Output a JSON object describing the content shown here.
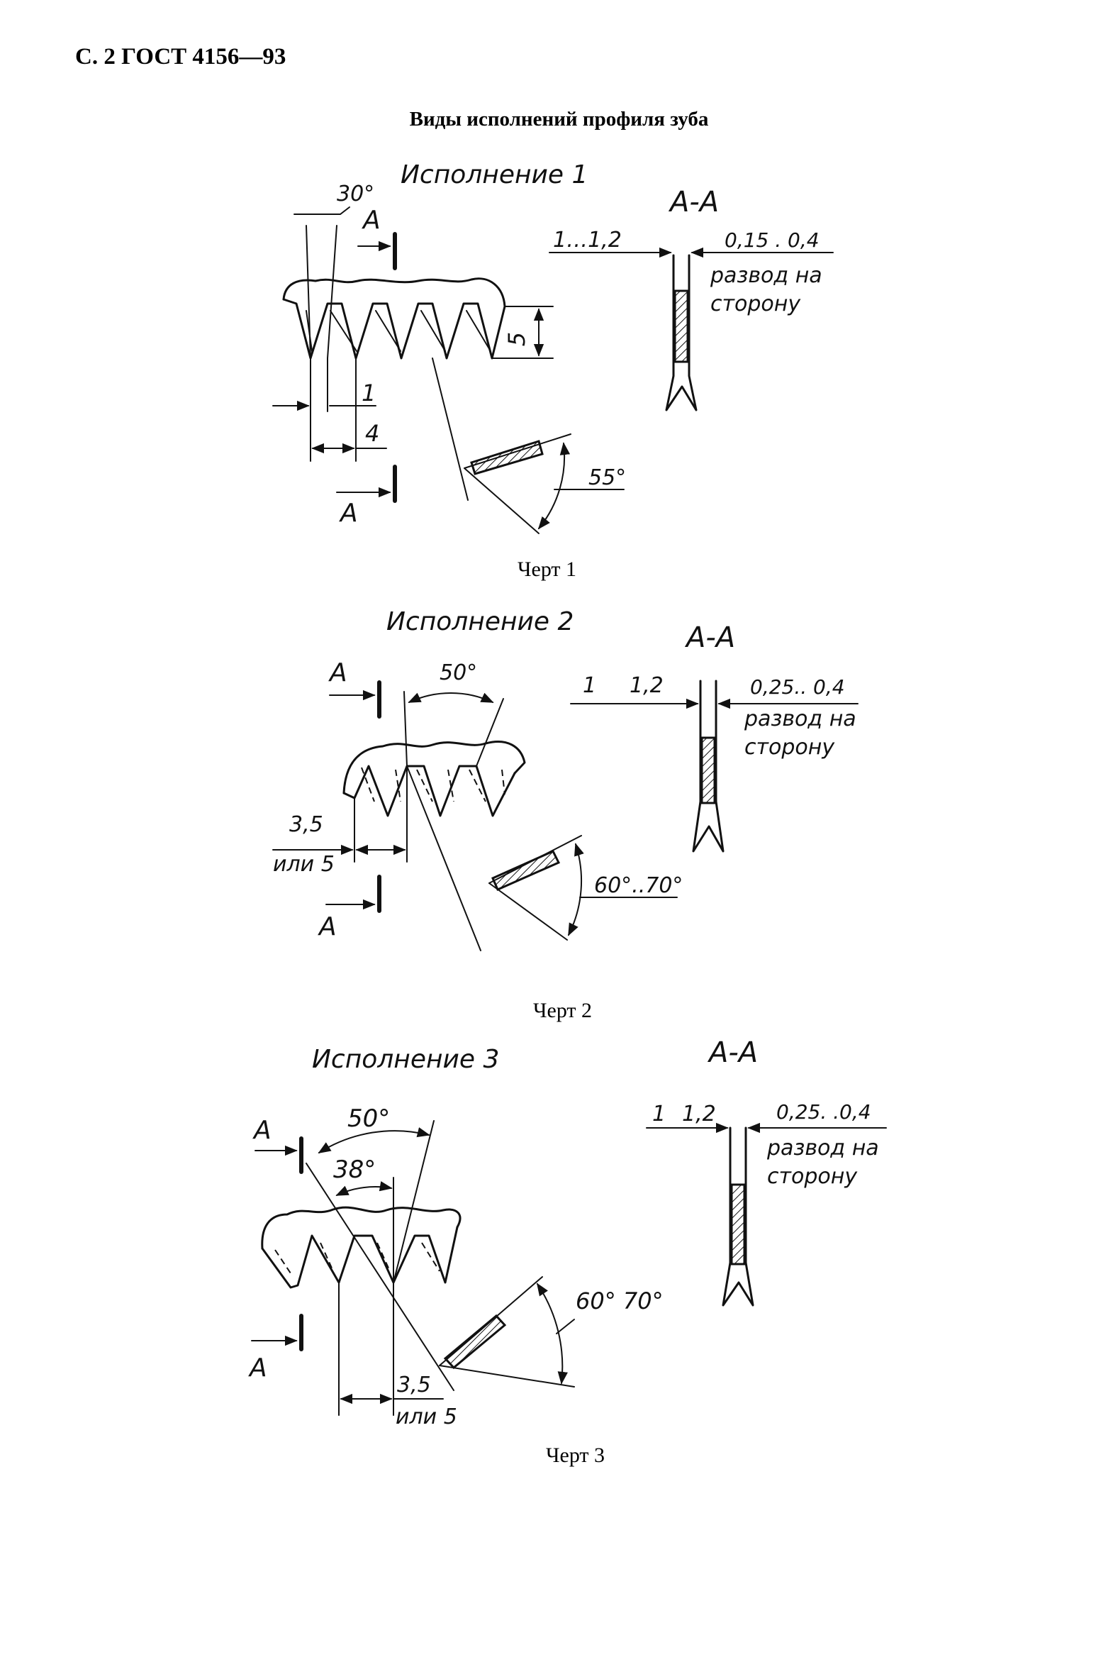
{
  "header": {
    "page_ref": "С. 2 ГОСТ 4156—93"
  },
  "title": "Виды исполнений профиля зуба",
  "figures": [
    {
      "variant_title": "Исполнение 1",
      "caption": "Черт 1",
      "section_label": "А-А",
      "cut_label": "А",
      "labels": {
        "angle_top": "30°",
        "height": "5",
        "dim_small": "1",
        "pitch": "4",
        "angle_bottom": "55°",
        "set_thickness": "1…1,2",
        "set_width": "0,15 . 0,4",
        "set_note_1": "развод на",
        "set_note_2": "сторону"
      }
    },
    {
      "variant_title": "Исполнение 2",
      "caption": "Черт 2",
      "section_label": "А-А",
      "cut_label": "А",
      "labels": {
        "angle_top": "50°",
        "pitch_1": "3,5",
        "pitch_2": "или 5",
        "angle_bottom": "60°..70°",
        "set_thickness_a": "1",
        "set_thickness_b": "1,2",
        "set_width": "0,25.. 0,4",
        "set_note_1": "развод на",
        "set_note_2": "сторону"
      }
    },
    {
      "variant_title": "Исполнение 3",
      "caption": "Черт 3",
      "section_label": "А-А",
      "cut_label": "А",
      "labels": {
        "angle_top": "50°",
        "angle_inner": "38°",
        "pitch_1": "3,5",
        "pitch_2": "или 5",
        "angle_bottom": "60° 70°",
        "set_thickness_a": "1",
        "set_thickness_b": "1,2",
        "set_width": "0,25. .0,4",
        "set_note_1": "развод на",
        "set_note_2": "сторону"
      }
    }
  ]
}
